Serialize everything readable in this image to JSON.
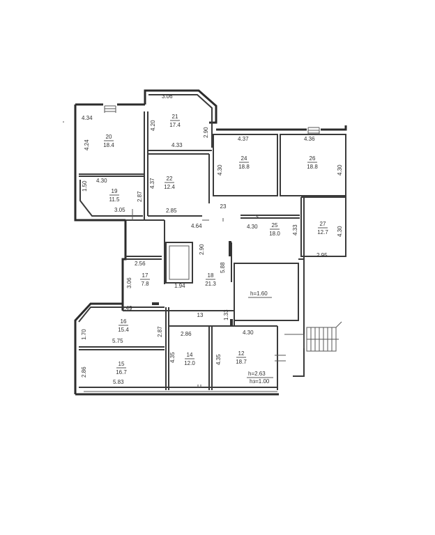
{
  "rooms": [
    {
      "id": "20",
      "area": "18.4"
    },
    {
      "id": "21",
      "area": "17.4"
    },
    {
      "id": "19",
      "area": "11.5"
    },
    {
      "id": "22",
      "area": "12.4"
    },
    {
      "id": "24",
      "area": "18.8"
    },
    {
      "id": "26",
      "area": "18.8"
    },
    {
      "id": "23"
    },
    {
      "id": "25",
      "area": "18.0"
    },
    {
      "id": "27",
      "area": "12.7"
    },
    {
      "id": "17",
      "area": "7.8"
    },
    {
      "id": "18",
      "area": "21.3"
    },
    {
      "id": "16",
      "area": "15.4"
    },
    {
      "id": "13"
    },
    {
      "id": "15",
      "area": "16.7"
    },
    {
      "id": "14",
      "area": "12.0"
    },
    {
      "id": "12",
      "area": "18.7"
    }
  ],
  "dimensions": [
    "3.06",
    "4.34",
    "4.20",
    "2.90",
    "4.24",
    "4.33",
    "4.37",
    "4.36",
    "4.30",
    "4.30",
    "4.30",
    "4.37",
    "1.50",
    "2.87",
    "3.05",
    "2.85",
    "4.64",
    "4.30",
    "4.33",
    "4.30",
    "2.90",
    "5.88",
    "2.56",
    "2.95",
    "3.06",
    "1.94",
    "4.49",
    "1.33",
    "1.70",
    "2.87",
    "5.75",
    "2.86",
    "4.30",
    "2.86",
    "4.35",
    "4.35",
    "5.83"
  ],
  "annotations": {
    "ceiling_height": "h=1.60",
    "room12_height": "h=2.63",
    "room12_hz": "hз=1.00"
  }
}
